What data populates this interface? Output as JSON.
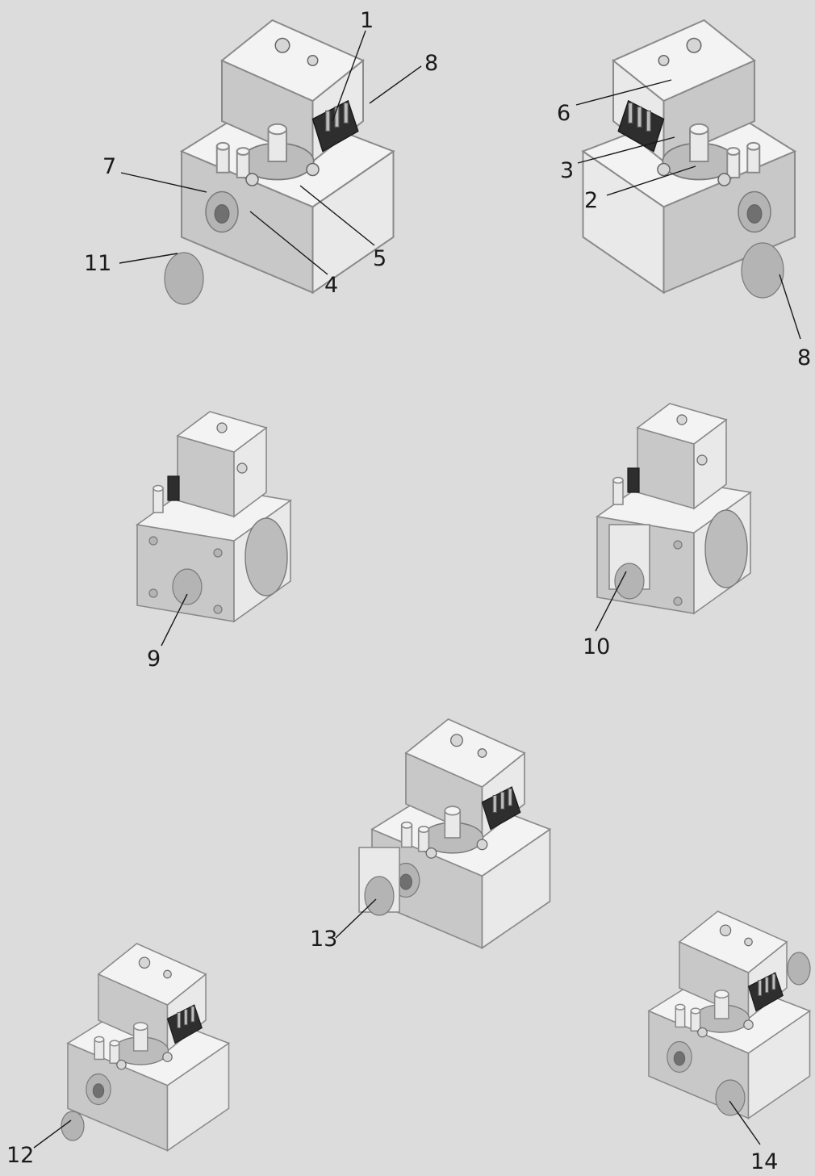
{
  "callouts": [
    {
      "id": "1",
      "label": "1"
    },
    {
      "id": "2",
      "label": "2"
    },
    {
      "id": "3",
      "label": "3"
    },
    {
      "id": "4",
      "label": "4"
    },
    {
      "id": "5",
      "label": "5"
    },
    {
      "id": "6",
      "label": "6"
    },
    {
      "id": "7",
      "label": "7"
    },
    {
      "id": "8a",
      "label": "8"
    },
    {
      "id": "8b",
      "label": "8"
    },
    {
      "id": "9",
      "label": "9"
    },
    {
      "id": "10",
      "label": "10"
    },
    {
      "id": "11",
      "label": "11"
    },
    {
      "id": "12",
      "label": "12"
    },
    {
      "id": "13",
      "label": "13"
    },
    {
      "id": "14",
      "label": "14"
    }
  ],
  "views": [
    {
      "name": "valve-view-top-left"
    },
    {
      "name": "valve-view-top-right"
    },
    {
      "name": "valve-view-middle-left"
    },
    {
      "name": "valve-view-middle-right"
    },
    {
      "name": "valve-view-center"
    },
    {
      "name": "valve-view-bottom-left"
    },
    {
      "name": "valve-view-bottom-right"
    }
  ]
}
